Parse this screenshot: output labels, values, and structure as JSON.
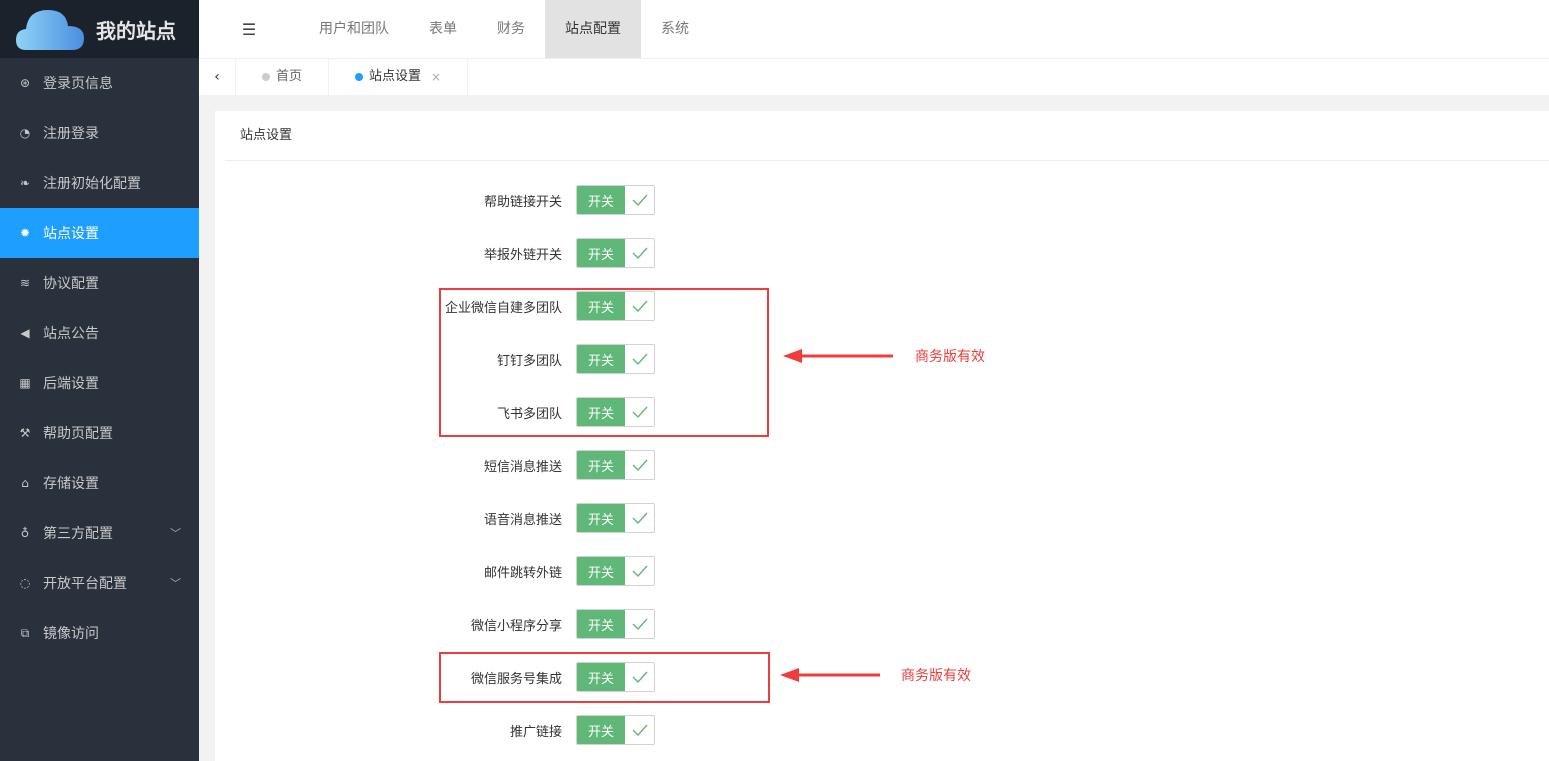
{
  "brand": {
    "title": "我的站点"
  },
  "sidebar": {
    "items": [
      {
        "label": "登录页信息",
        "icon": "life-ring-icon"
      },
      {
        "label": "注册登录",
        "icon": "dashboard-icon"
      },
      {
        "label": "注册初始化配置",
        "icon": "leaf-icon"
      },
      {
        "label": "站点设置",
        "icon": "gear-icon",
        "active": true
      },
      {
        "label": "协议配置",
        "icon": "rss-icon"
      },
      {
        "label": "站点公告",
        "icon": "speaker-icon"
      },
      {
        "label": "后端设置",
        "icon": "grid-icon"
      },
      {
        "label": "帮助页配置",
        "icon": "wrench-icon"
      },
      {
        "label": "存储设置",
        "icon": "bank-icon"
      },
      {
        "label": "第三方配置",
        "icon": "odnoklassniki-icon",
        "expandable": true
      },
      {
        "label": "开放平台配置",
        "icon": "planet-icon",
        "expandable": true
      },
      {
        "label": "镜像访问",
        "icon": "mirror-icon"
      }
    ]
  },
  "topnav": {
    "items": [
      "用户和团队",
      "表单",
      "财务",
      "站点配置",
      "系统"
    ],
    "active": "站点配置"
  },
  "tabs": {
    "items": [
      {
        "label": "首页",
        "dot": "#cccccc"
      },
      {
        "label": "站点设置",
        "dot": "#1e9fff",
        "closable": true
      }
    ],
    "close": "×",
    "back": "‹"
  },
  "card": {
    "title": "站点设置"
  },
  "switch_label": "开关",
  "rows": [
    "帮助链接开关",
    "举报外链开关",
    "企业微信自建多团队",
    "钉钉多团队",
    "飞书多团队",
    "短信消息推送",
    "语音消息推送",
    "邮件跳转外链",
    "微信小程序分享",
    "微信服务号集成",
    "推广链接"
  ],
  "annotations": [
    "商务版有效",
    "商务版有效"
  ],
  "colors": {
    "accent": "#1e9fff",
    "switch": "#5fb878",
    "annotation": "#f03c3c"
  }
}
